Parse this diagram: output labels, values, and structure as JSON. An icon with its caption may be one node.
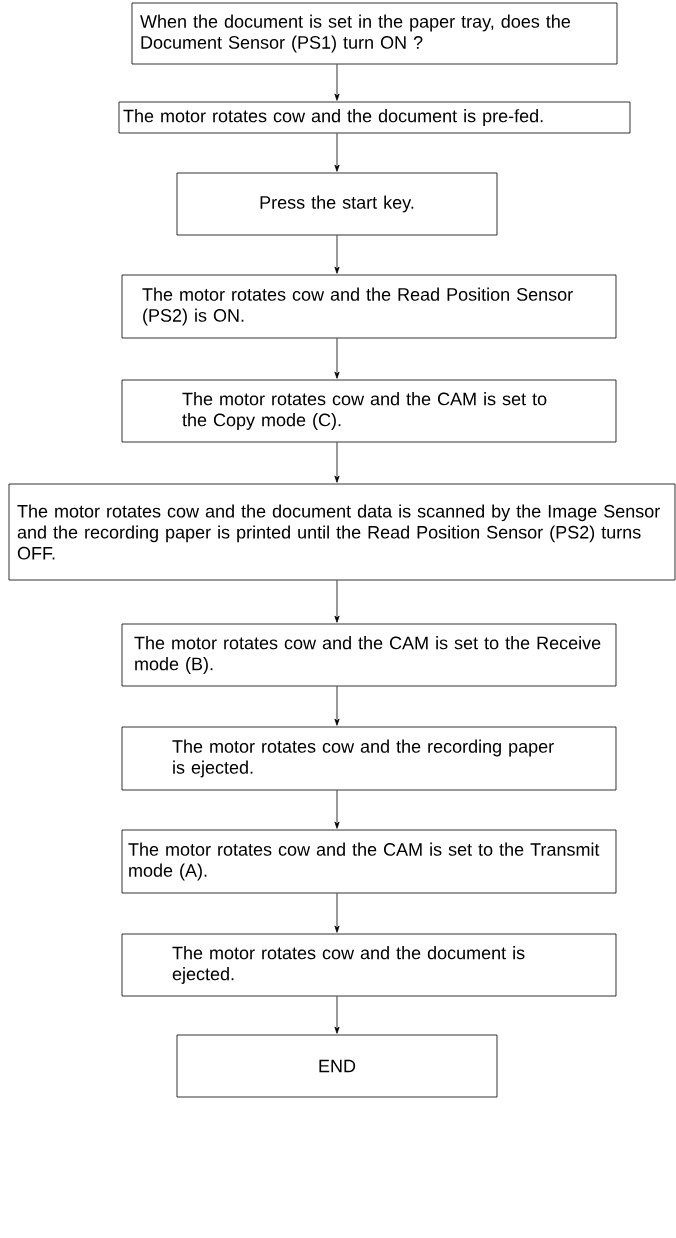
{
  "diagram": {
    "nodes": [
      {
        "text": [
          "When the document is set in the paper tray, does the Document Sensor (PS1) turn ON ?"
        ]
      },
      {
        "text": [
          "The motor rotates cow and the document is pre-fed."
        ]
      },
      {
        "text": [
          "Press the start key."
        ]
      },
      {
        "text": [
          "The motor rotates cow and the Read Position Sensor (PS2) is ON."
        ]
      },
      {
        "text": [
          "The motor rotates cow and the CAM is set to the Copy mode (C)."
        ]
      },
      {
        "text": [
          "The motor rotates cow and the document data is scanned by the Image Sensor and the recording paper is printed until the Read Position Sensor (PS2) turns OFF."
        ]
      },
      {
        "text": [
          "The motor rotates cow and the CAM is set to the Receive mode (B)."
        ]
      },
      {
        "text": [
          "The motor rotates cow and the recording paper is ejected."
        ]
      },
      {
        "text": [
          "The motor rotates cow and the CAM is set to the Transmit mode (A)."
        ]
      },
      {
        "text": [
          "The motor rotates cow and the document is ejected."
        ]
      },
      {
        "text": [
          "END"
        ]
      }
    ],
    "edges": [
      {
        "from": 0,
        "to": 1,
        "arrow": "to"
      },
      {
        "from": 1,
        "to": 2,
        "arrow": "to"
      },
      {
        "from": 2,
        "to": 3,
        "arrow": "to"
      },
      {
        "from": 3,
        "to": 4,
        "arrow": "to"
      },
      {
        "from": 4,
        "to": 5,
        "arrow": "to"
      },
      {
        "from": 5,
        "to": 6,
        "arrow": "to"
      },
      {
        "from": 6,
        "to": 7,
        "arrow": "to"
      },
      {
        "from": 7,
        "to": 8,
        "arrow": "to"
      },
      {
        "from": 8,
        "to": 9,
        "arrow": "to"
      },
      {
        "from": 9,
        "to": 10,
        "arrow": "to"
      }
    ]
  }
}
